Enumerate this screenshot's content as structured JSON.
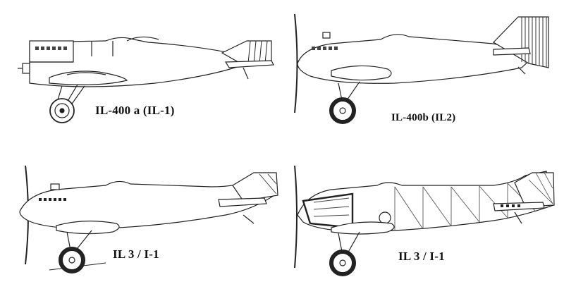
{
  "figure": {
    "panels": [
      {
        "id": "il-400a",
        "caption": "IL-400 a (IL-1)"
      },
      {
        "id": "il-400b",
        "caption": "IL-400b (IL2)"
      },
      {
        "id": "il-3-a",
        "caption": "IL 3 / I-1"
      },
      {
        "id": "il-3-b",
        "caption": "IL 3 / I-1"
      }
    ]
  }
}
